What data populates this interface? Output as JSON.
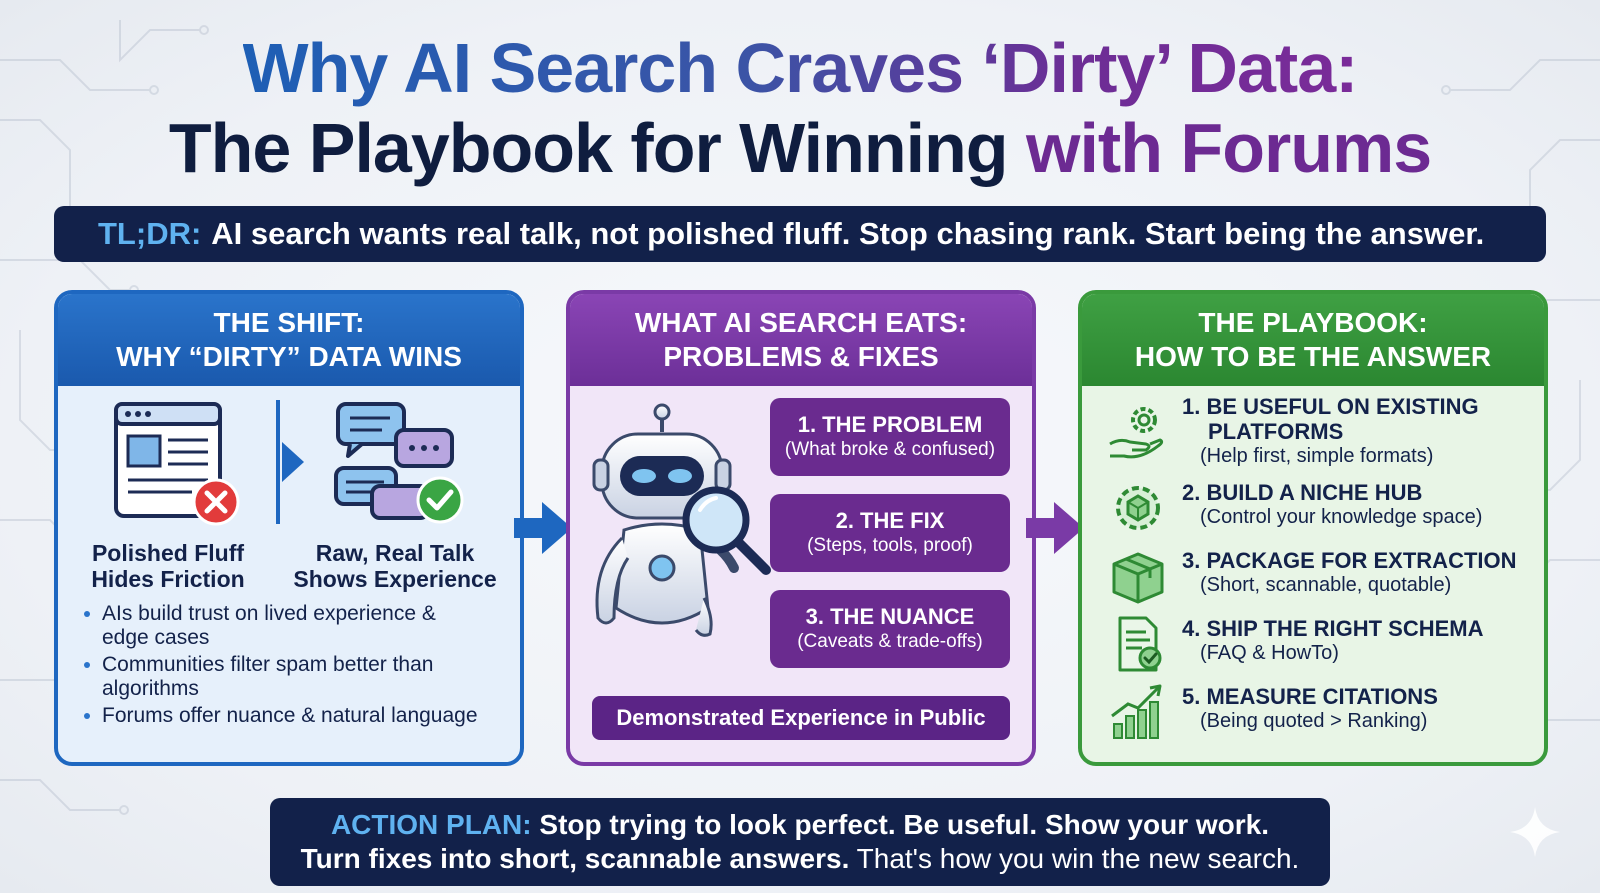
{
  "title": {
    "line1": "Why AI Search Craves ‘Dirty’ Data:",
    "line2_a": "The Playbook for Winning ",
    "line2_b": "with Forums"
  },
  "tldr": {
    "label": "TL;DR:",
    "text": "AI search wants real talk, not polished fluff. Stop chasing rank. Start being the answer."
  },
  "shift": {
    "heading_1": "THE SHIFT:",
    "heading_2": "WHY “DIRTY” DATA WINS",
    "left_caption_1": "Polished Fluff",
    "left_caption_2": "Hides Friction",
    "right_caption_1": "Raw, Real Talk",
    "right_caption_2": "Shows Experience",
    "bullets": [
      "AIs build trust on lived experience & edge cases",
      "Communities filter spam better than algorithms",
      "Forums offer nuance & natural language"
    ]
  },
  "eats": {
    "heading_1": "WHAT AI SEARCH EATS:",
    "heading_2": "PROBLEMS & FIXES",
    "boxes": [
      {
        "title": "1. THE PROBLEM",
        "sub": "(What broke & confused)"
      },
      {
        "title": "2. THE FIX",
        "sub": "(Steps, tools, proof)"
      },
      {
        "title": "3. THE NUANCE",
        "sub": "(Caveats & trade-offs)"
      }
    ],
    "footer": "Demonstrated Experience in Public"
  },
  "playbook": {
    "heading_1": "THE PLAYBOOK:",
    "heading_2": "HOW TO BE THE ANSWER",
    "steps": [
      {
        "title": "1. BE USEFUL ON EXISTING",
        "title2": "PLATFORMS",
        "sub": "(Help first, simple formats)",
        "icon": "hand-gear-icon"
      },
      {
        "title": "2. BUILD A NICHE HUB",
        "sub": "(Control your knowledge space)",
        "icon": "hub-gear-icon"
      },
      {
        "title": "3. PACKAGE FOR EXTRACTION",
        "sub": "(Short, scannable, quotable)",
        "icon": "package-icon"
      },
      {
        "title": "4. SHIP THE RIGHT SCHEMA",
        "sub": "(FAQ & HowTo)",
        "icon": "document-check-icon"
      },
      {
        "title": "5. MEASURE CITATIONS",
        "sub": "(Being quoted > Ranking)",
        "icon": "growth-chart-icon"
      }
    ]
  },
  "action": {
    "label": "ACTION PLAN:",
    "line1": "Stop trying to look perfect. Be useful. Show your work.",
    "line2_bold": "Turn fixes into short, scannable answers.",
    "line2_rest": "That's how you win the new search."
  },
  "colors": {
    "navy": "#12214a",
    "blue": "#1e67c0",
    "purple": "#7a3aa6",
    "green": "#3a9a3c",
    "accent_label": "#5fb2f0"
  }
}
